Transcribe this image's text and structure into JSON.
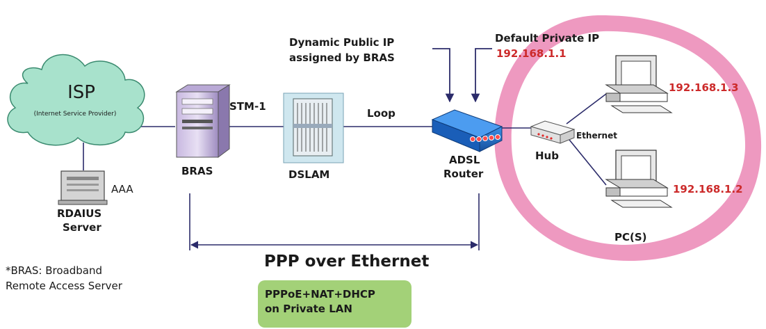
{
  "isp": {
    "title": "ISP",
    "subtitle": "(Internet Service Provider)"
  },
  "aaa": {
    "label": "AAA",
    "server_line1": "RDAIUS",
    "server_line2": "Server"
  },
  "bras": {
    "label": "BRAS",
    "link_label": "STM-1"
  },
  "dslam": {
    "label": "DSLAM",
    "link_label": "Loop"
  },
  "router": {
    "line1": "ADSL",
    "line2": "Router"
  },
  "dynamic_ip": {
    "line1": "Dynamic Public IP",
    "line2": "assigned by BRAS"
  },
  "private_ip": {
    "line1": "Default Private IP",
    "address": "192.168.1.1"
  },
  "hub": {
    "label": "Hub",
    "ethernet_label": "Ethernet"
  },
  "pcs": {
    "pc1_ip": "192.168.1.3",
    "pc2_ip": "192.168.1.2",
    "group_label": "PC(S)"
  },
  "pppoe": {
    "label": "PPP over Ethernet"
  },
  "note": {
    "line1": "*BRAS: Broadband",
    "line2": "Remote Access Server"
  },
  "badge": {
    "line1": "PPPoE+NAT+DHCP",
    "line2": "on Private LAN"
  },
  "colors": {
    "ring": "#ee99c0",
    "cloud": "#a8e2cc",
    "router": "#1f6ec9",
    "arrow": "#2b2b6a",
    "red_text": "#cc2a2a",
    "badge": "#a3d178"
  }
}
